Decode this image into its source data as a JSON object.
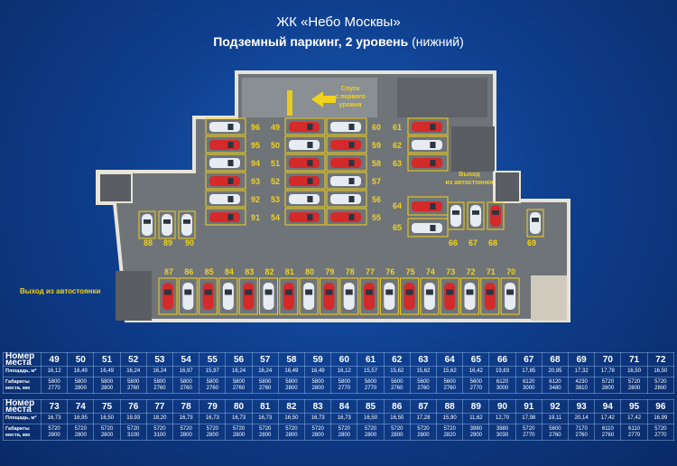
{
  "header": {
    "title": "ЖК «Небо Москвы»",
    "subtitle_main": "Подземный паркинг, 2 уровень",
    "subtitle_paren": "(нижний)"
  },
  "plan": {
    "ramp_label": "Спуск с первого уровня",
    "exit_right": "Выход из автостоянки",
    "exit_left": "Выход из автостоянки",
    "spots_left_col": [
      "96",
      "95",
      "94",
      "93",
      "92",
      "91"
    ],
    "spots_mid_left": [
      "49",
      "50",
      "51",
      "52",
      "53",
      "54"
    ],
    "spots_mid_right": [
      "60",
      "59",
      "58",
      "57",
      "56",
      "55"
    ],
    "spots_right": [
      "61",
      "62",
      "63",
      "64",
      "65"
    ],
    "spots_bottom_right": [
      "66",
      "67",
      "68",
      "69"
    ],
    "spots_left_small": [
      "88",
      "89",
      "90"
    ],
    "spots_bottom_row": [
      "87",
      "86",
      "85",
      "84",
      "83",
      "82",
      "81",
      "80",
      "79",
      "78",
      "77",
      "76",
      "75",
      "74",
      "73",
      "72",
      "71",
      "70"
    ]
  },
  "table": {
    "hdr_num": "Номер места",
    "hdr_area": "Площадь, м²",
    "hdr_dims": "Габариты места, мм",
    "rows1": {
      "nums": [
        "49",
        "50",
        "51",
        "52",
        "53",
        "54",
        "55",
        "56",
        "57",
        "58",
        "59",
        "60",
        "61",
        "62",
        "63",
        "64",
        "65",
        "66",
        "67",
        "68",
        "69",
        "70",
        "71",
        "72"
      ],
      "areas": [
        "16,12",
        "16,49",
        "16,49",
        "16,24",
        "16,24",
        "16,97",
        "15,97",
        "16,24",
        "16,24",
        "16,49",
        "16,49",
        "16,12",
        "15,57",
        "15,62",
        "15,62",
        "15,62",
        "16,42",
        "19,83",
        "17,85",
        "20,95",
        "17,32",
        "17,78",
        "16,50",
        "16,50"
      ],
      "dims": [
        "5800 2770",
        "5800 2800",
        "5800 2800",
        "5800 2760",
        "5800 2760",
        "5800 2760",
        "5800 2760",
        "5800 2760",
        "5800 2760",
        "5800 2800",
        "5800 2800",
        "5800 2770",
        "5600 2770",
        "5600 2760",
        "5600 2760",
        "5600 2760",
        "5600 2770",
        "6120 3000",
        "6120 3000",
        "6120 3480",
        "4230 3810",
        "5720 2800",
        "5720 2800",
        "5720 2800"
      ]
    },
    "rows2": {
      "nums": [
        "73",
        "74",
        "75",
        "76",
        "77",
        "78",
        "79",
        "80",
        "81",
        "82",
        "83",
        "84",
        "85",
        "86",
        "87",
        "88",
        "89",
        "90",
        "91",
        "92",
        "93",
        "94",
        "95",
        "96"
      ],
      "areas": [
        "16,73",
        "16,95",
        "16,50",
        "19,93",
        "18,20",
        "16,73",
        "16,73",
        "16,73",
        "16,73",
        "16,50",
        "16,73",
        "16,73",
        "16,50",
        "16,50",
        "17,28",
        "15,90",
        "11,62",
        "12,70",
        "17,98",
        "19,11",
        "20,14",
        "17,42",
        "17,42",
        "16,99"
      ],
      "dims": [
        "5720 2800",
        "5720 2800",
        "5720 2800",
        "5720 3100",
        "5720 3100",
        "5720 2800",
        "5720 2800",
        "5720 2800",
        "5720 2800",
        "5720 2800",
        "5720 2800",
        "5720 2800",
        "5720 2800",
        "5720 2800",
        "5720 2800",
        "5720 2820",
        "3980 2900",
        "3980 3030",
        "5720 2770",
        "5600 2760",
        "7170 2760",
        "6110 2760",
        "6110 2770",
        "5720 2770"
      ]
    }
  },
  "colors": {
    "background": "#0f3f8f",
    "floor": "#6f7478",
    "wall": "#e8e4d8",
    "spot_line": "#f2d21a",
    "red_car": "#d42a2a",
    "white_car": "#e6ecf2",
    "label": "#f2d21a"
  }
}
